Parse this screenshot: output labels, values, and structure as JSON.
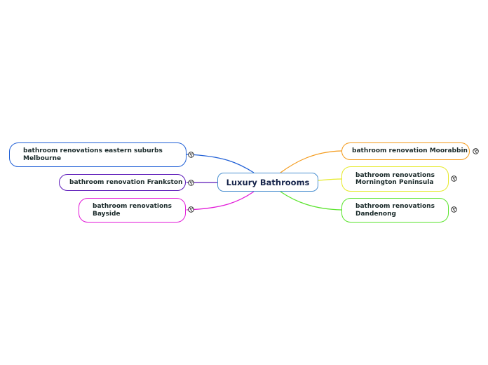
{
  "central": {
    "label": "Luxury Bathrooms",
    "color": "#4a8fd0"
  },
  "topics": [
    {
      "id": "eastern-suburbs",
      "label": "bathroom renovations eastern suburbs\nMelbourne",
      "color": "#1f5fd6"
    },
    {
      "id": "frankston",
      "label": "bathroom renovation Frankston",
      "color": "#5a16b8"
    },
    {
      "id": "bayside",
      "label": "bathroom renovations\nBayside",
      "color": "#e218d8"
    },
    {
      "id": "moorabbin",
      "label": "bathroom renovation Moorabbin",
      "color": "#f49a1a"
    },
    {
      "id": "mornington",
      "label": "bathroom renovations\nMornington Peninsula",
      "color": "#e6ea2a"
    },
    {
      "id": "dandenong",
      "label": "bathroom renovations\nDandenong",
      "color": "#5ae42c"
    }
  ],
  "icons": {
    "link": "link-globe-icon"
  }
}
